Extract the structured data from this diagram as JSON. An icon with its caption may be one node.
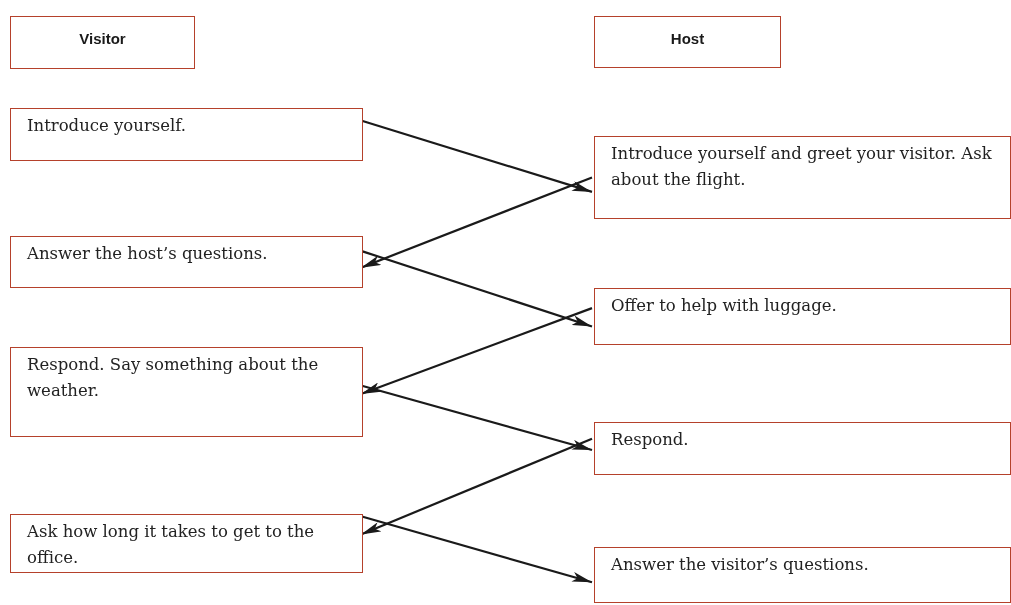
{
  "diagram": {
    "nodes": [
      {
        "text": [
          "Visitor"
        ]
      },
      {
        "text": [
          "Host"
        ]
      },
      {
        "text": [
          "Introduce yourself."
        ]
      },
      {
        "text": [
          "Introduce yourself and greet your visitor. Ask about the flight."
        ]
      },
      {
        "text": [
          "Answer the host’s questions."
        ]
      },
      {
        "text": [
          "Offer to help with luggage."
        ]
      },
      {
        "text": [
          "Respond. Say something about the weather."
        ]
      },
      {
        "text": [
          "Respond."
        ]
      },
      {
        "text": [
          "Ask how long it takes to get to the office."
        ]
      },
      {
        "text": [
          "Answer the visitor’s questions."
        ]
      }
    ],
    "edges": [
      {
        "from": 2,
        "to": 3,
        "arrow": "to"
      },
      {
        "from": 3,
        "to": 4,
        "arrow": "to"
      },
      {
        "from": 4,
        "to": 5,
        "arrow": "to"
      },
      {
        "from": 5,
        "to": 6,
        "arrow": "to"
      },
      {
        "from": 6,
        "to": 7,
        "arrow": "to"
      },
      {
        "from": 7,
        "to": 8,
        "arrow": "to"
      },
      {
        "from": 8,
        "to": 9,
        "arrow": "to"
      }
    ]
  }
}
